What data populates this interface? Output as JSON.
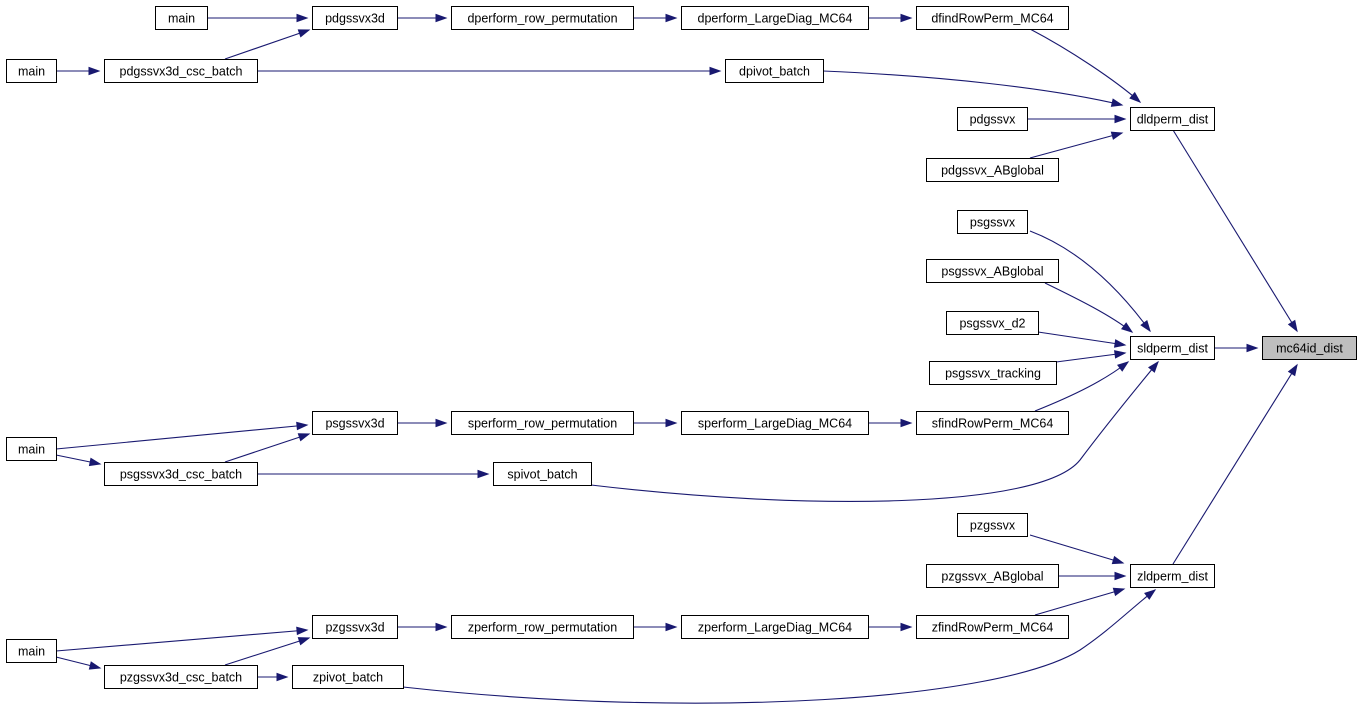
{
  "nodes": [
    {
      "id": "mc64id",
      "label": "mc64id_dist",
      "root": true
    },
    {
      "id": "dldperm",
      "label": "dldperm_dist"
    },
    {
      "id": "sldperm",
      "label": "sldperm_dist"
    },
    {
      "id": "zldperm",
      "label": "zldperm_dist"
    },
    {
      "id": "dfind",
      "label": "dfindRowPerm_MC64"
    },
    {
      "id": "dpivot",
      "label": "dpivot_batch"
    },
    {
      "id": "pdgssvx",
      "label": "pdgssvx"
    },
    {
      "id": "pdgssvx_ab",
      "label": "pdgssvx_ABglobal"
    },
    {
      "id": "dlargediag",
      "label": "dperform_LargeDiag_MC64"
    },
    {
      "id": "drowperm",
      "label": "dperform_row_permutation"
    },
    {
      "id": "pdgssvx3d",
      "label": "pdgssvx3d"
    },
    {
      "id": "pdgssvx3d_csc",
      "label": "pdgssvx3d_csc_batch"
    },
    {
      "id": "main1",
      "label": "main"
    },
    {
      "id": "main2",
      "label": "main"
    },
    {
      "id": "psgssvx",
      "label": "psgssvx"
    },
    {
      "id": "psgssvx_ab",
      "label": "psgssvx_ABglobal"
    },
    {
      "id": "psgssvx_d2",
      "label": "psgssvx_d2"
    },
    {
      "id": "psgssvx_tr",
      "label": "psgssvx_tracking"
    },
    {
      "id": "sfind",
      "label": "sfindRowPerm_MC64"
    },
    {
      "id": "slargediag",
      "label": "sperform_LargeDiag_MC64"
    },
    {
      "id": "srowperm",
      "label": "sperform_row_permutation"
    },
    {
      "id": "psgssvx3d",
      "label": "psgssvx3d"
    },
    {
      "id": "spivot",
      "label": "spivot_batch"
    },
    {
      "id": "psgssvx3d_csc",
      "label": "psgssvx3d_csc_batch"
    },
    {
      "id": "main3",
      "label": "main"
    },
    {
      "id": "pzgssvx",
      "label": "pzgssvx"
    },
    {
      "id": "pzgssvx_ab",
      "label": "pzgssvx_ABglobal"
    },
    {
      "id": "zfind",
      "label": "zfindRowPerm_MC64"
    },
    {
      "id": "zlargediag",
      "label": "zperform_LargeDiag_MC64"
    },
    {
      "id": "zrowperm",
      "label": "zperform_row_permutation"
    },
    {
      "id": "pzgssvx3d",
      "label": "pzgssvx3d"
    },
    {
      "id": "pzgssvx3d_csc",
      "label": "pzgssvx3d_csc_batch"
    },
    {
      "id": "zpivot",
      "label": "zpivot_batch"
    },
    {
      "id": "main4",
      "label": "main"
    }
  ],
  "edges": [
    {
      "from": "dldperm",
      "to": "mc64id"
    },
    {
      "from": "sldperm",
      "to": "mc64id"
    },
    {
      "from": "zldperm",
      "to": "mc64id"
    },
    {
      "from": "dfind",
      "to": "dldperm"
    },
    {
      "from": "dpivot",
      "to": "dldperm"
    },
    {
      "from": "pdgssvx",
      "to": "dldperm"
    },
    {
      "from": "pdgssvx_ab",
      "to": "dldperm"
    },
    {
      "from": "dlargediag",
      "to": "dfind"
    },
    {
      "from": "drowperm",
      "to": "dlargediag"
    },
    {
      "from": "pdgssvx3d",
      "to": "drowperm"
    },
    {
      "from": "main1",
      "to": "pdgssvx3d"
    },
    {
      "from": "pdgssvx3d_csc",
      "to": "pdgssvx3d"
    },
    {
      "from": "pdgssvx3d_csc",
      "to": "dpivot"
    },
    {
      "from": "main2",
      "to": "pdgssvx3d_csc"
    },
    {
      "from": "psgssvx",
      "to": "sldperm"
    },
    {
      "from": "psgssvx_ab",
      "to": "sldperm"
    },
    {
      "from": "psgssvx_d2",
      "to": "sldperm"
    },
    {
      "from": "psgssvx_tr",
      "to": "sldperm"
    },
    {
      "from": "sfind",
      "to": "sldperm"
    },
    {
      "from": "spivot",
      "to": "sldperm"
    },
    {
      "from": "slargediag",
      "to": "sfind"
    },
    {
      "from": "srowperm",
      "to": "slargediag"
    },
    {
      "from": "psgssvx3d",
      "to": "srowperm"
    },
    {
      "from": "main3",
      "to": "psgssvx3d"
    },
    {
      "from": "psgssvx3d_csc",
      "to": "psgssvx3d"
    },
    {
      "from": "psgssvx3d_csc",
      "to": "spivot"
    },
    {
      "from": "main3",
      "to": "psgssvx3d_csc"
    },
    {
      "from": "pzgssvx",
      "to": "zldperm"
    },
    {
      "from": "pzgssvx_ab",
      "to": "zldperm"
    },
    {
      "from": "zfind",
      "to": "zldperm"
    },
    {
      "from": "zpivot",
      "to": "zldperm"
    },
    {
      "from": "zlargediag",
      "to": "zfind"
    },
    {
      "from": "zrowperm",
      "to": "zlargediag"
    },
    {
      "from": "pzgssvx3d",
      "to": "zrowperm"
    },
    {
      "from": "main4",
      "to": "pzgssvx3d"
    },
    {
      "from": "pzgssvx3d_csc",
      "to": "pzgssvx3d"
    },
    {
      "from": "pzgssvx3d_csc",
      "to": "zpivot"
    },
    {
      "from": "main4",
      "to": "pzgssvx3d_csc"
    }
  ],
  "colors": {
    "edge": "#191970",
    "node_border": "#000000",
    "node_fill": "#ffffff",
    "root_fill": "#bfbfbf"
  }
}
